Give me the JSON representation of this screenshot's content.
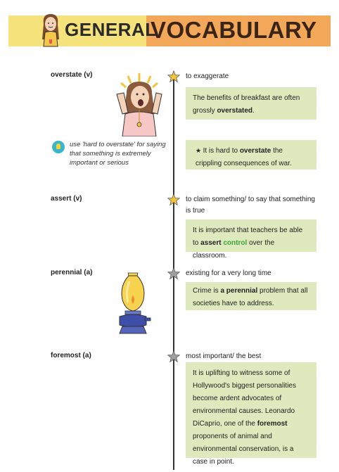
{
  "header": {
    "word1": "GENERAL",
    "word2": "VOCABULARY"
  },
  "entries": [
    {
      "term": "overstate (v)",
      "definition": "to exaggerate",
      "example": {
        "before": "The benefits of breakfast are often grossly ",
        "bold": "overstated",
        "after": "."
      },
      "tip": "use 'hard to overstate' for saying that something is extremely important or serious",
      "tip_example": {
        "before": "It is hard to ",
        "bold": "overstate",
        "after": " the crippling consequences of war."
      }
    },
    {
      "term": "assert (v)",
      "definition": "to claim something/ to say that something is true",
      "example": {
        "before": "It is important that teachers be able to ",
        "bold": "assert",
        "green": "control",
        "after": " over the classroom."
      }
    },
    {
      "term": "perennial (a)",
      "definition": "existing for a very long time",
      "example": {
        "before": "Crime is ",
        "bold": "a perennial",
        "after": " problem that all societies have to address."
      }
    },
    {
      "term": "foremost (a)",
      "definition": "most important/ the best",
      "example": {
        "before": "It is uplifting to witness some of Hollywood's biggest personalities become ardent advocates of environmental causes. Leonardo DiCaprio, one of the ",
        "bold": "foremost",
        "after": " proponents of animal and environmental conservation, is a case in point."
      }
    }
  ],
  "colors": {
    "banner_yellow": "#f6e27a",
    "banner_orange": "#f3a859",
    "example_box": "#dfe9be",
    "star_gold": "#f5c33b",
    "star_gray": "#9a9a9a",
    "highlight_green": "#3aa53a"
  },
  "icons": [
    "girl-avatar-icon",
    "surprised-woman-illustration",
    "lightbulb-icon",
    "star-icon",
    "oil-lamp-illustration"
  ]
}
